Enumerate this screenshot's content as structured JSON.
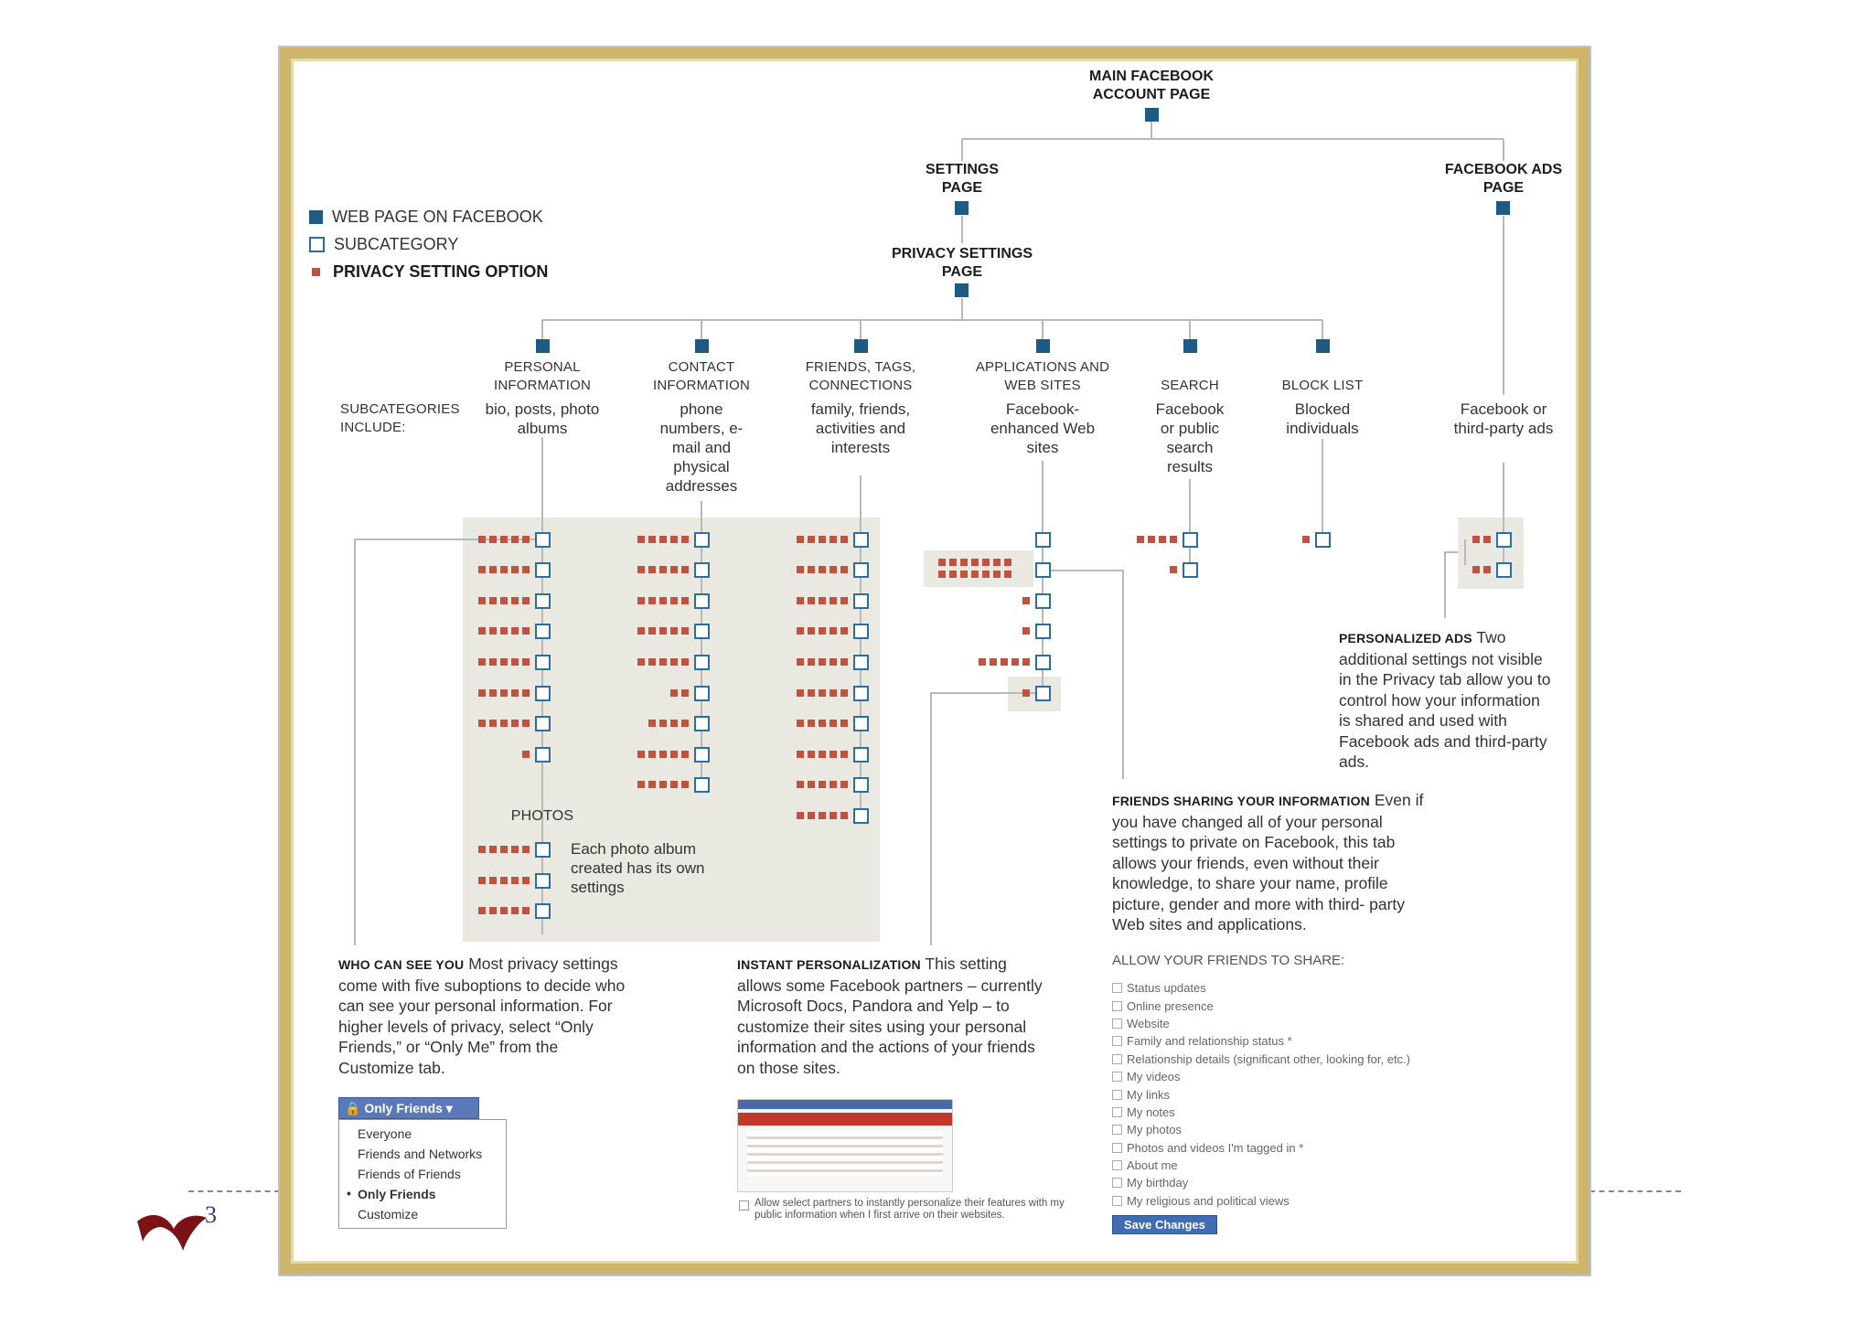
{
  "legend": {
    "web_page": "WEB PAGE ON FACEBOOK",
    "subcategory": "SUBCATEGORY",
    "privacy_option": "PRIVACY SETTING OPTION"
  },
  "nodes": {
    "main": "MAIN FACEBOOK ACCOUNT PAGE",
    "settings": "SETTINGS PAGE",
    "ads": "FACEBOOK ADS PAGE",
    "privacy": "PRIVACY SETTINGS PAGE"
  },
  "subcategories_label": "SUBCATEGORIES INCLUDE:",
  "categories": [
    {
      "title": "PERSONAL INFORMATION",
      "desc": "bio, posts, photo albums"
    },
    {
      "title": "CONTACT INFORMATION",
      "desc": "phone numbers, e-mail and physical addresses"
    },
    {
      "title": "FRIENDS, TAGS, CONNECTIONS",
      "desc": "family, friends, activities and interests"
    },
    {
      "title": "APPLICATIONS AND WEB SITES",
      "desc": "Facebook-enhanced Web sites"
    },
    {
      "title": "SEARCH",
      "desc": "Facebook or public search results"
    },
    {
      "title": "BLOCK LIST",
      "desc": "Blocked individuals"
    },
    {
      "title": "",
      "desc": "Facebook or third-party ads"
    }
  ],
  "photos": {
    "label": "PHOTOS",
    "note": "Each photo album created has its own settings"
  },
  "notes": {
    "personalized_ads": {
      "heading": "PERSONALIZED ADS",
      "body": "Two additional settings not visible in the Privacy tab allow you to control how your information is shared and used with Facebook ads and third-party ads."
    },
    "friends_sharing": {
      "heading": "FRIENDS SHARING YOUR INFORMATION",
      "body": "Even if you have changed all of your personal settings to private on Facebook, this tab allows your friends, even without their knowledge, to share your name, profile picture, gender and more with third- party Web sites and applications."
    },
    "who_can_see": {
      "heading": "WHO CAN SEE YOU",
      "body": "Most privacy settings come with five suboptions to decide who can see your personal information. For higher levels of privacy, select “Only Friends,” or “Only Me” from the Customize tab."
    },
    "instant": {
      "heading": "INSTANT PERSONALIZATION",
      "body": "This setting allows some Facebook partners – currently Microsoft Docs, Pandora and Yelp – to customize their sites using your personal information and the actions of your friends on those sites."
    }
  },
  "dropdown": {
    "selected": "Only Friends",
    "options": [
      "Everyone",
      "Friends and Networks",
      "Friends of Friends",
      "Only Friends",
      "Customize"
    ]
  },
  "instant_checkbox": "Allow select partners to instantly personalize their features with my public information when I first arrive on their websites.",
  "share": {
    "title": "ALLOW YOUR FRIENDS TO SHARE:",
    "items": [
      "Status updates",
      "Online presence",
      "Website",
      "Family and relationship status *",
      "Relationship details (significant other, looking for, etc.)",
      "My videos",
      "My links",
      "My notes",
      "My photos",
      "Photos and videos I'm tagged in *",
      "About me",
      "My birthday",
      "My religious and political views"
    ],
    "button": "Save Changes"
  },
  "logo_text": "3",
  "colors": {
    "page_square": "#1f5a85",
    "sub_square": "#2a6ea3",
    "option": "#c0533f",
    "frame": "#cdb56a",
    "panel": "#e9e8e1"
  }
}
